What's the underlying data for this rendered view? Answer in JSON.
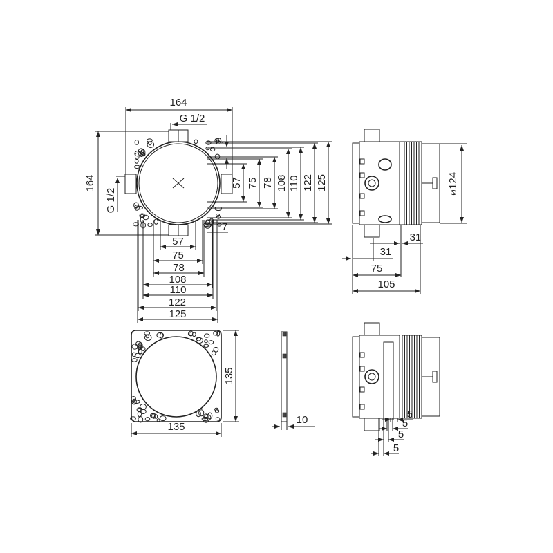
{
  "front_view": {
    "width_overall": "164",
    "height_overall": "164",
    "thread_top": "G 1/2",
    "thread_left": "G 1/2",
    "offset_top": "7",
    "offset_bottom": "7",
    "vertical_dims": [
      "57",
      "75",
      "78",
      "108",
      "110",
      "122",
      "125"
    ],
    "horizontal_dims": [
      "57",
      "75",
      "78",
      "108",
      "110",
      "122",
      "125"
    ]
  },
  "side_view": {
    "diameter": "ø124",
    "dim_a": "31",
    "dim_b": "31",
    "dim_c": "75",
    "dim_d": "105"
  },
  "plate_view": {
    "width": "135",
    "height": "135"
  },
  "plate_side": {
    "thickness": "10"
  },
  "side_view_2": {
    "dims": [
      "5",
      "5",
      "5",
      "5"
    ]
  }
}
